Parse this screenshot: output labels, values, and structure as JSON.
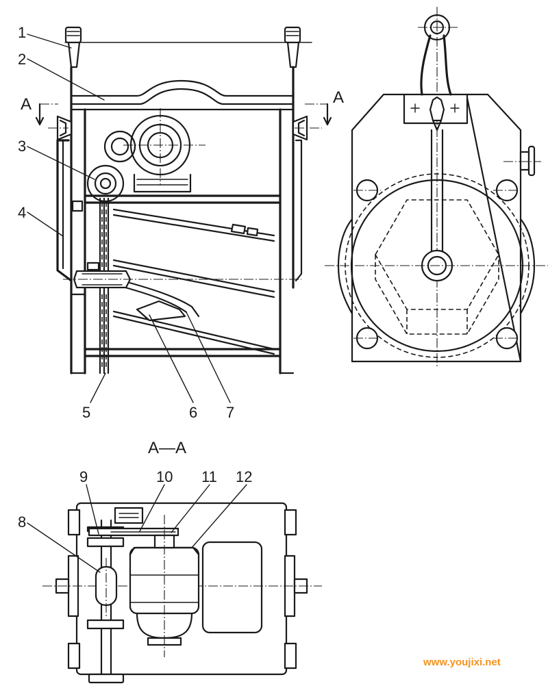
{
  "labels": {
    "l1": "1",
    "l2": "2",
    "l3": "3",
    "l4": "4",
    "l5": "5",
    "l6": "6",
    "l7": "7",
    "l8": "8",
    "l9": "9",
    "l10": "10",
    "l11": "11",
    "l12": "12"
  },
  "section": {
    "left_mark": "A",
    "right_mark": "A",
    "title": "A—A"
  },
  "watermark": "www.youjixi.net"
}
